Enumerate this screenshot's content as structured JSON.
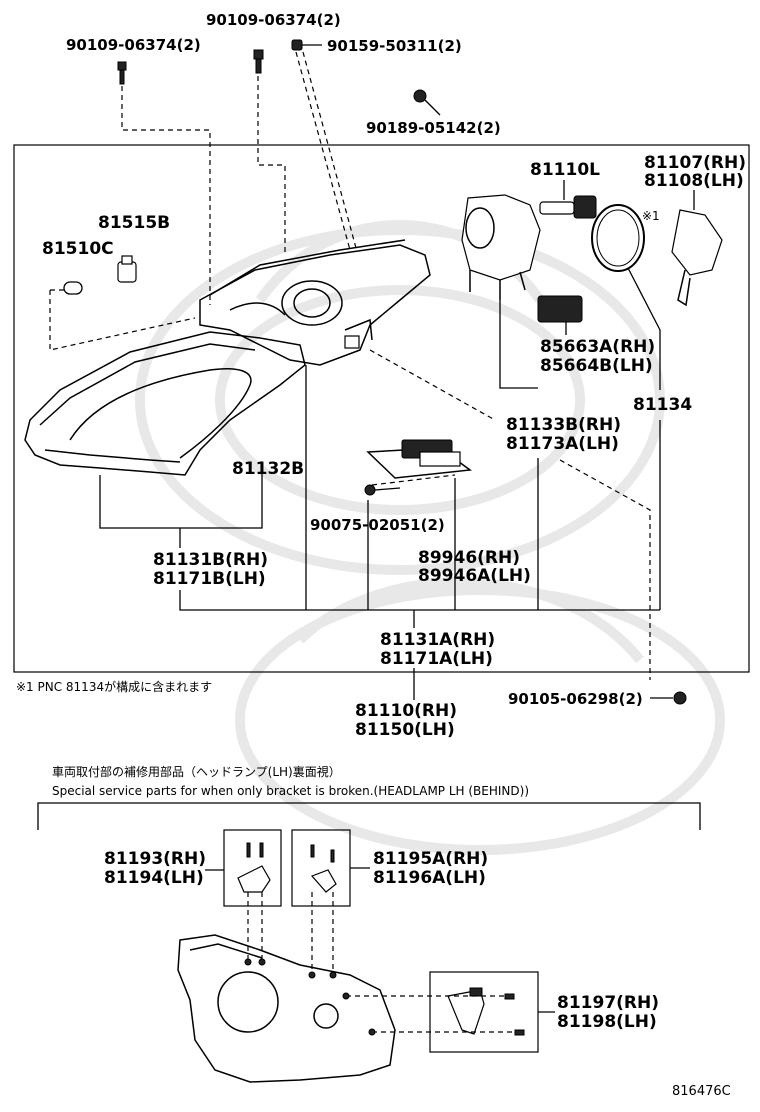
{
  "labels": {
    "p_90109_left": "90109-06374(2)",
    "p_90109_top": "90109-06374(2)",
    "p_90159": "90159-50311(2)",
    "p_90189": "90189-05142(2)",
    "p_81110L": "81110L",
    "p_81107": "81107(RH)",
    "p_81108": "81108(LH)",
    "p_mark1": "※1",
    "p_81515B": "81515B",
    "p_81510C": "81510C",
    "p_85663A": "85663A(RH)",
    "p_85664B": "85664B(LH)",
    "p_81134": "81134",
    "p_81133B": "81133B(RH)",
    "p_81173A": "81173A(LH)",
    "p_81132B": "81132B",
    "p_90075": "90075-02051(2)",
    "p_89946": "89946(RH)",
    "p_89946A": "89946A(LH)",
    "p_81131B": "81131B(RH)",
    "p_81171B": "81171B(LH)",
    "p_81131A": "81131A(RH)",
    "p_81171A": "81171A(LH)",
    "p_81110": "81110(RH)",
    "p_81150": "81150(LH)",
    "p_90105": "90105-06298(2)",
    "p_81193": "81193(RH)",
    "p_81194": "81194(LH)",
    "p_81195A": "81195A(RH)",
    "p_81196A": "81196A(LH)",
    "p_81197": "81197(RH)",
    "p_81198": "81198(LH)"
  },
  "notes": {
    "footnote": "※1  PNC 81134が構成に含まれます",
    "section_title_jp": "車両取付部の補修用部品（ヘッドランプ(LH)裏面視）",
    "section_title_en": "Special service parts for when only bracket is broken.(HEADLAMP LH (BEHIND))",
    "diagram_code": "816476C"
  }
}
